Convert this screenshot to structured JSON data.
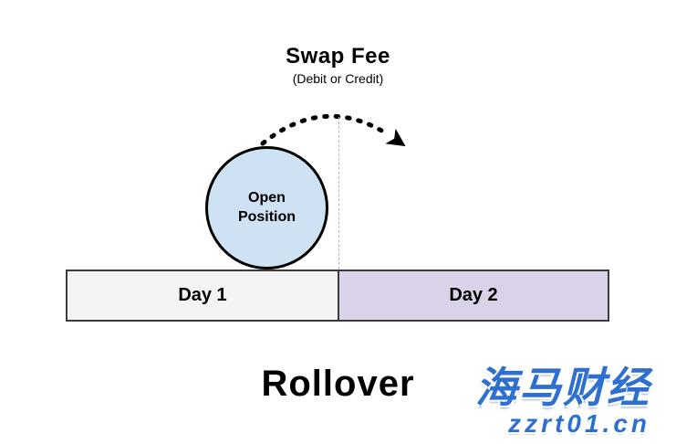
{
  "diagram": {
    "title": "Swap Fee",
    "subtitle": "(Debit or Credit)",
    "open_position": {
      "line1": "Open",
      "line2": "Position",
      "fill_color": "#cfe2f3",
      "border_color": "#000000"
    },
    "arrow": {
      "style": "dotted-arc",
      "color": "#000000",
      "direction": "left-to-right over circle, pointing down-right into Day 2"
    },
    "timeline": {
      "day1": {
        "label": "Day 1",
        "fill_color": "#f3f3f3"
      },
      "day2": {
        "label": "Day 2",
        "fill_color": "#d9d2e9"
      },
      "border_color": "#3b3b3b",
      "separator_style": "dashed vertical gray line between Day 1 and Day 2"
    },
    "caption": "Rollover"
  },
  "watermark": {
    "brand": "海马财经",
    "site": "zzrt01.cn",
    "color": "#2e6fd0"
  }
}
